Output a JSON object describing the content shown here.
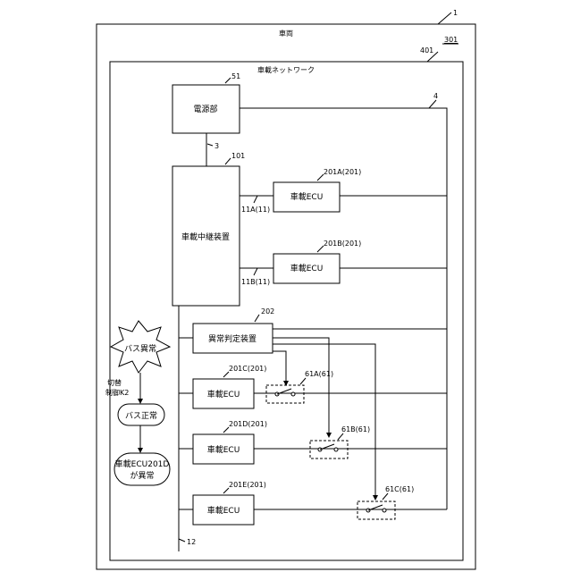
{
  "refs": {
    "top_ref": "1",
    "vehicle_ref": "301",
    "network_ref": "401",
    "power_ref": "51",
    "line4_ref": "4",
    "line3_ref": "3",
    "relay_ref": "101",
    "ecu_a_ref": "201A(201)",
    "ecu_b_ref": "201B(201)",
    "port_a_ref": "11A(11)",
    "port_b_ref": "11B(11)",
    "judge_ref": "202",
    "ecu_c_ref": "201C(201)",
    "ecu_d_ref": "201D(201)",
    "ecu_e_ref": "201E(201)",
    "sw_a_ref": "61A(61)",
    "sw_b_ref": "61B(61)",
    "sw_c_ref": "61C(61)",
    "bus_ref": "12"
  },
  "labels": {
    "vehicle": "車両",
    "network": "車載ネットワーク",
    "power": "電源部",
    "relay": "車載中継装置",
    "ecu": "車載ECU",
    "judge": "異常判定装置",
    "bus_abnormal": "バス異常",
    "switch_control_1": "切替",
    "switch_control_2": "制御K2",
    "bus_normal": "バス正常",
    "ecu_abnormal_1": "車載ECU201D",
    "ecu_abnormal_2": "が異常"
  }
}
